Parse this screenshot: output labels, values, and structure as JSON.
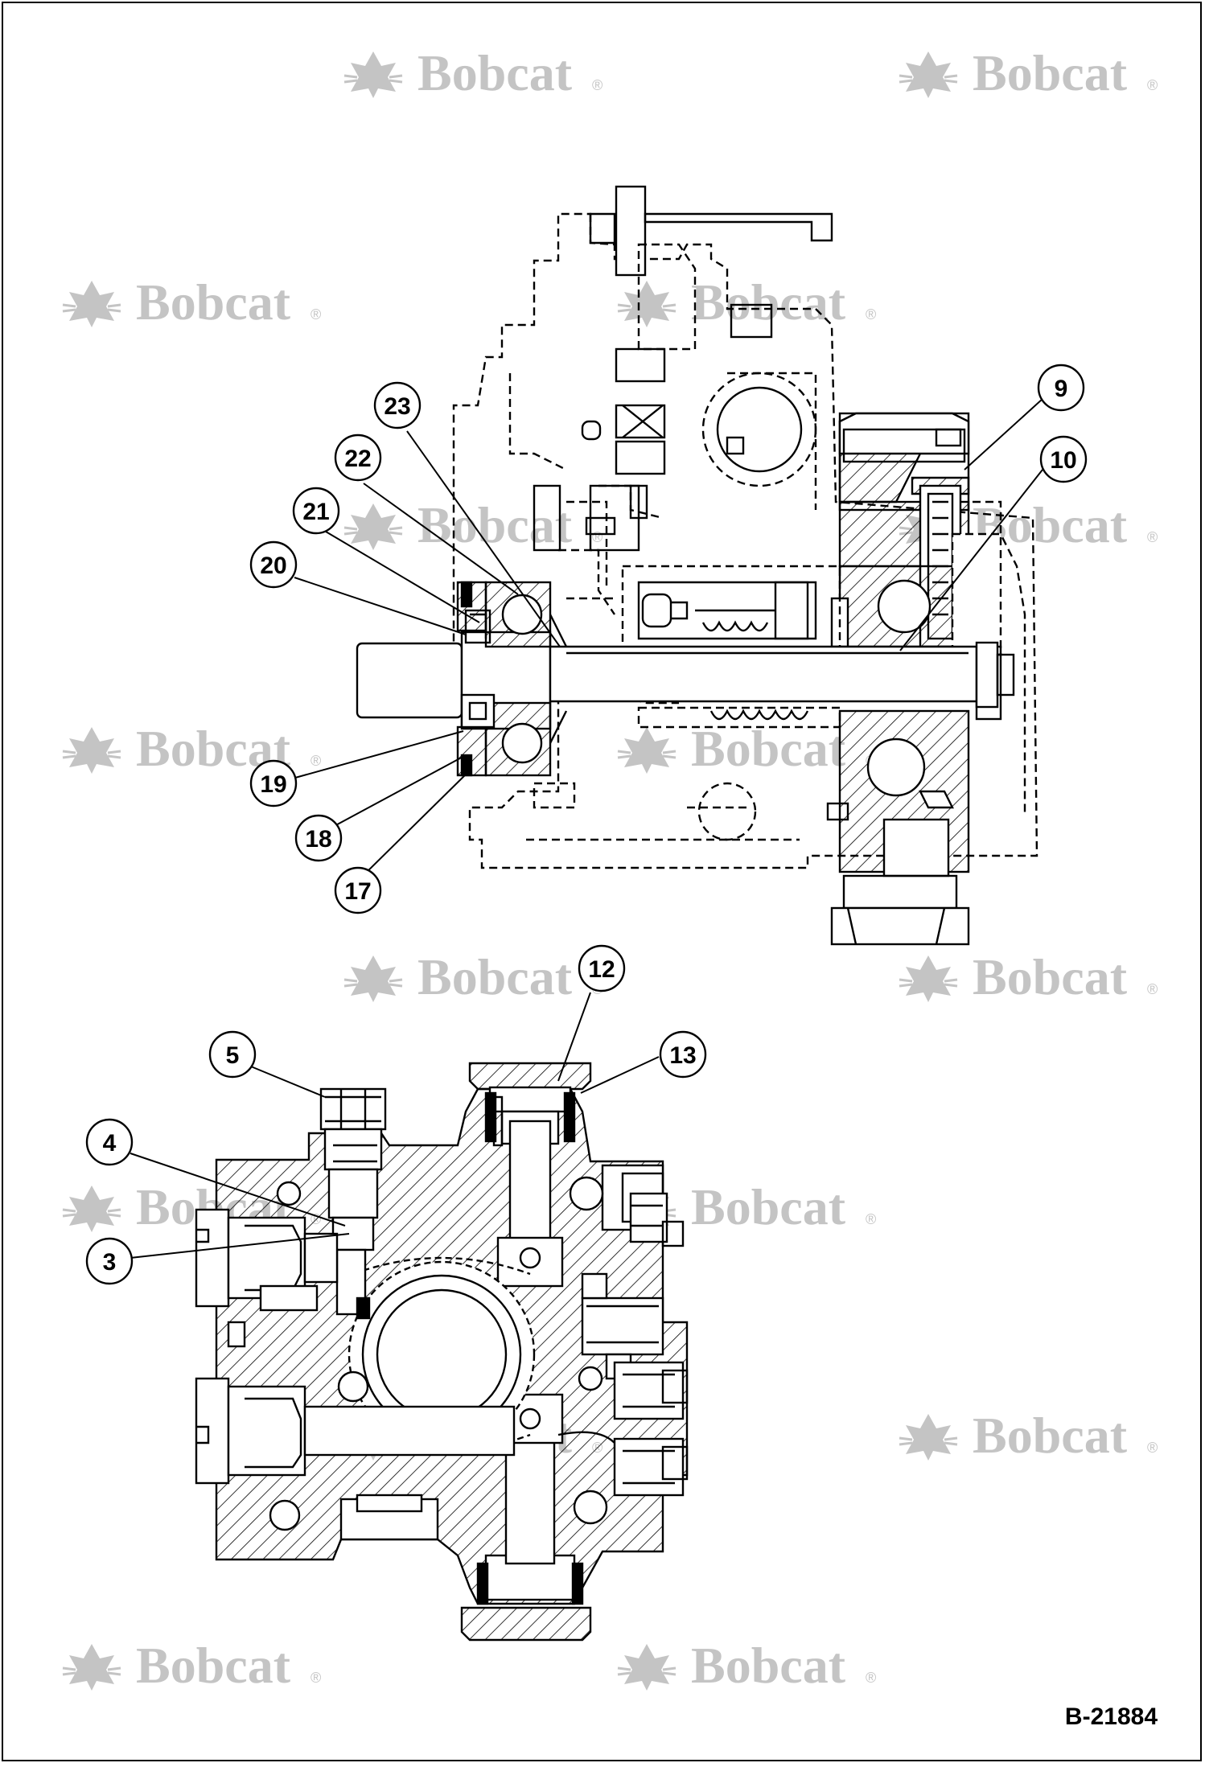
{
  "figure_id": "B-21884",
  "watermark": {
    "text": "Bobcat",
    "mark": "®",
    "icon": "bobcat-head-icon",
    "color": "#c4c4c4"
  },
  "callouts": {
    "c3": "3",
    "c4": "4",
    "c5": "5",
    "c9": "9",
    "c10": "10",
    "c12": "12",
    "c13": "13",
    "c17": "17",
    "c18": "18",
    "c19": "19",
    "c20": "20",
    "c21": "21",
    "c22": "22",
    "c23": "23"
  }
}
